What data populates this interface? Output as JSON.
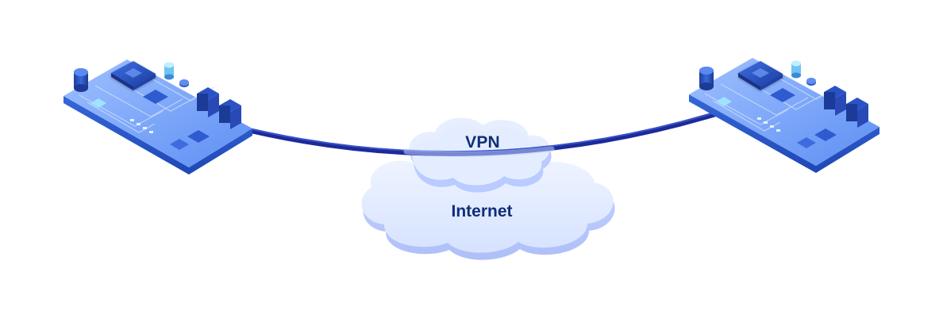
{
  "labels": {
    "vpn": "VPN",
    "internet": "Internet"
  },
  "nodes": {
    "left": "circuit-board-left",
    "right": "circuit-board-right"
  },
  "colors": {
    "tunnel": "#1c2a9a",
    "tunnel_highlight": "#3b56cf",
    "cloud_top": "#dbe7ff",
    "cloud_side": "#b7c9ff",
    "board_top": "#6f9df7",
    "board_side": "#2e57c9",
    "label_text": "#0f2f77"
  }
}
